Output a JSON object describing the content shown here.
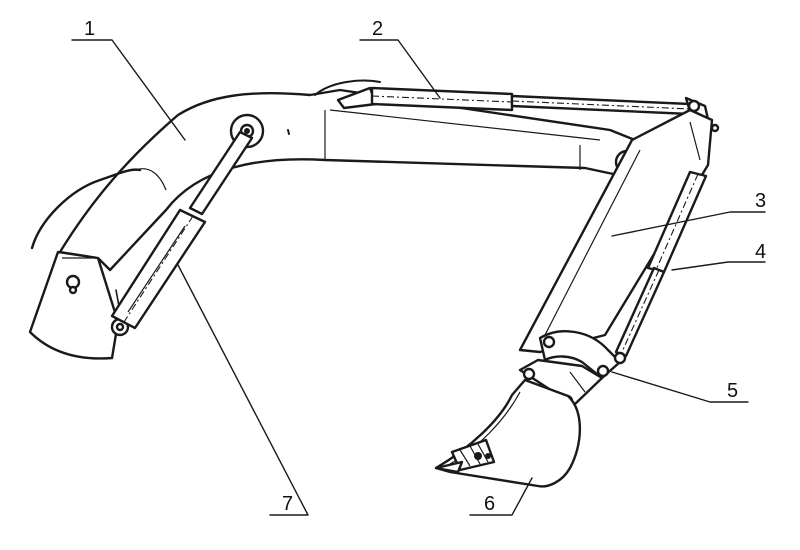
{
  "callouts": [
    {
      "id": "boom",
      "label": "1"
    },
    {
      "id": "bucket-cylinder",
      "label": "2"
    },
    {
      "id": "stick",
      "label": "3"
    },
    {
      "id": "stick-cylinder",
      "label": "4"
    },
    {
      "id": "bucket-linkage",
      "label": "5"
    },
    {
      "id": "bucket",
      "label": "6"
    },
    {
      "id": "boom-cylinder",
      "label": "7"
    }
  ]
}
